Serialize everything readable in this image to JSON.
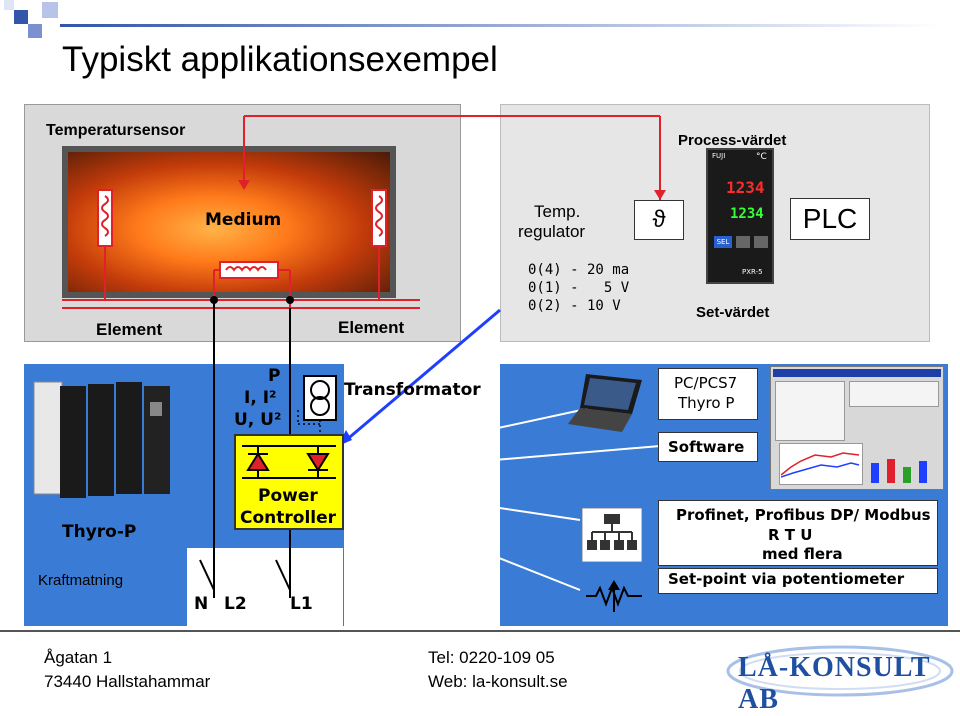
{
  "title": "Typiskt applikationsexempel",
  "labels": {
    "temperatursensor": "Temperatursensor",
    "medium": "Medium",
    "element_left": "Element",
    "element_right": "Element",
    "temp_regulator_line1": "Temp.",
    "temp_regulator_line2": "regulator",
    "signal1": "0(4) - 20 ma",
    "signal2": "0(1) -   5 V",
    "signal3": "0(2) - 10 V",
    "process_value": "Process-värdet",
    "set_value": "Set-värdet",
    "plc": "PLC",
    "theta": "ϑ",
    "p": "P",
    "i_i2": "I, I²",
    "u_u2": "U, U²",
    "transformator": "Transformator",
    "power_controller_line1": "Power",
    "power_controller_line2": "Controller",
    "thyro_p": "Thyro-P",
    "kraftmatning": "Kraftmatning",
    "n": "N",
    "l2": "L2",
    "l1": "L1",
    "pc_pcs7_line1": "PC/PCS7",
    "pc_pcs7_line2": "Thyro P",
    "software": "Software",
    "profinet_line1": "Profinet, Profibus DP/ Modbus",
    "profinet_line2": "R T U",
    "profinet_line3": "med flera",
    "setpoint_potentiometer": "Set-point via potentiometer"
  },
  "controller_display": {
    "pv": "1234",
    "sv": "1234",
    "unit": "°C",
    "model": "PXR-5",
    "brand": "FUJI",
    "sel": "SEL"
  },
  "footer": {
    "address1": "Ågatan 1",
    "address2": "73440 Hallstahammar",
    "tel": "Tel: 0220-109 05",
    "web": "Web: la-konsult.se",
    "logo": "LÅ-KONSULT AB"
  },
  "colors": {
    "panel_blue": "#3a7bd5",
    "power_controller_yellow": "#ffff00",
    "signal_line_red": "#e0202a",
    "control_line_blue": "#1f3fff",
    "logo_blue": "#1f4fa0"
  }
}
